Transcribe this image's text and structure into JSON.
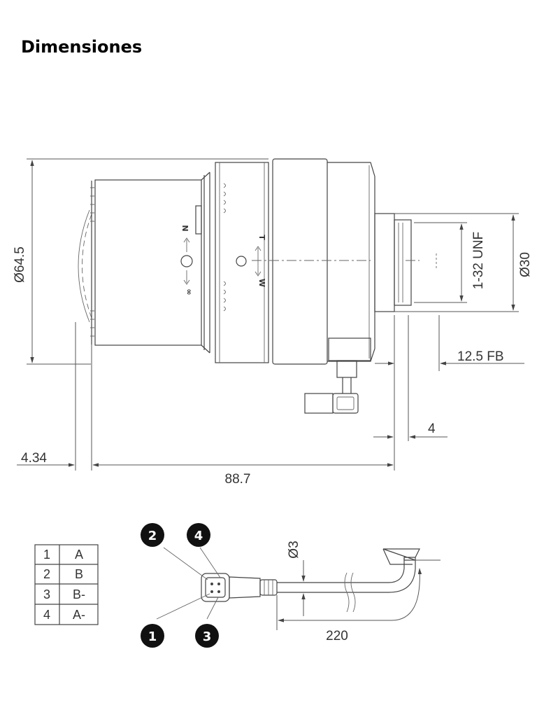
{
  "title": "Dimensiones",
  "dimensions": {
    "diameter_body": "Ø64.5",
    "mount_thread": "1-32 UNF",
    "diameter_mount": "Ø30",
    "flange_back": "12.5 FB",
    "mount_depth": "4",
    "front_offset": "4.34",
    "length": "88.7",
    "cable_diameter": "Ø3",
    "cable_length": "220"
  },
  "ring_marks": {
    "focus_near": "N",
    "focus_far": "∞",
    "zoom_tele": "T",
    "zoom_wide": "W"
  },
  "pin_badges": [
    "2",
    "4",
    "1",
    "3"
  ],
  "pin_table": [
    {
      "pin": "1",
      "signal": "A"
    },
    {
      "pin": "2",
      "signal": "B"
    },
    {
      "pin": "3",
      "signal": "B-"
    },
    {
      "pin": "4",
      "signal": "A-"
    }
  ]
}
